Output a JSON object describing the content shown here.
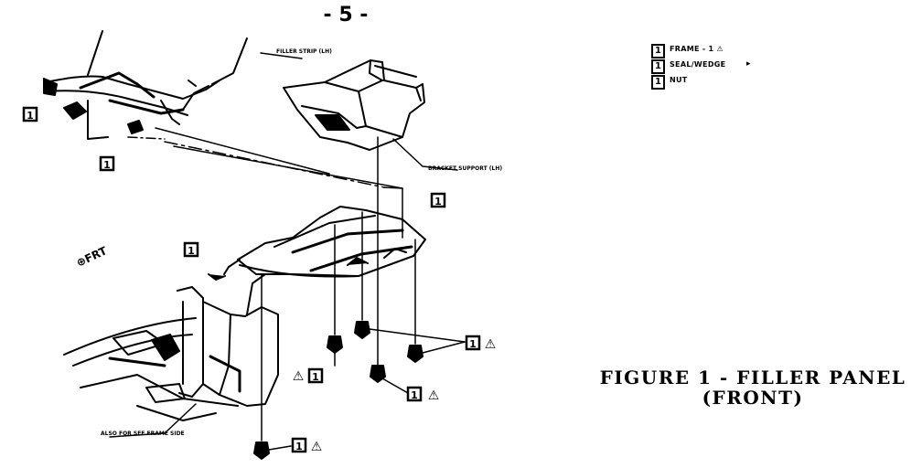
{
  "page_number": "- 5 -",
  "caption": {
    "line1": "FIGURE 1 - FILLER PANEL",
    "line2": "(FRONT)"
  },
  "legend": [
    {
      "key": "1",
      "text": "FRAME - 1 ⚠"
    },
    {
      "key": "1",
      "text": "SEAL/WEDGE"
    },
    {
      "key": "1",
      "text": "NUT"
    }
  ],
  "legend_stray_mark": "▸",
  "orientation_label": "⊕FRT",
  "callout_key": "1",
  "warning_symbol": "⚠",
  "notes": {
    "top_strip": "FILLER STRIP (LH)",
    "bracket_support": "BRACKET SUPPORT (LH)",
    "lower_ref": "ALSO FOR SEE FRAME SIDE"
  },
  "colors": {
    "ink": "#000000",
    "paper": "#ffffff"
  }
}
